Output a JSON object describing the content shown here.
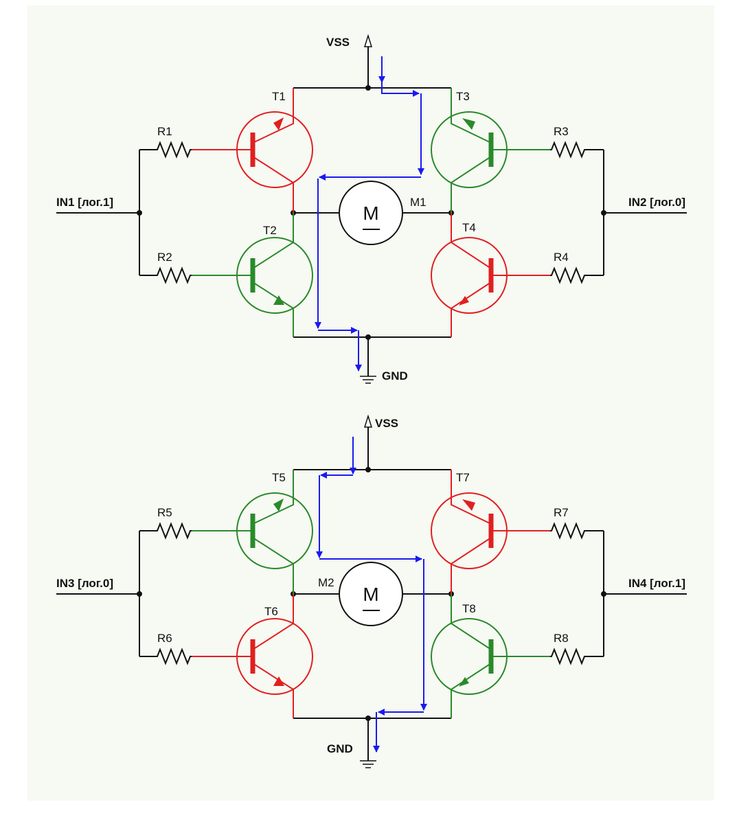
{
  "colors": {
    "background": "#f7f9f3",
    "wire": "#111111",
    "on": "#2a8a2a",
    "off": "#e02020",
    "current": "#1a1af0"
  },
  "top": {
    "vss": "VSS",
    "gnd": "GND",
    "in_left": "IN1 [лог.1]",
    "in_right": "IN2 [лог.0]",
    "motor": "M1",
    "motor_symbol": "M",
    "t_ul": "T1",
    "t_ll": "T2",
    "t_ur": "T3",
    "t_lr": "T4",
    "r_ul": "R1",
    "r_ll": "R2",
    "r_ur": "R3",
    "r_lr": "R4",
    "state": {
      "ul": "off",
      "ll": "on",
      "ur": "on",
      "lr": "off"
    }
  },
  "bottom": {
    "vss": "VSS",
    "gnd": "GND",
    "in_left": "IN3 [лог.0]",
    "in_right": "IN4 [лог.1]",
    "motor": "M2",
    "motor_symbol": "M",
    "t_ul": "T5",
    "t_ll": "T6",
    "t_ur": "T7",
    "t_lr": "T8",
    "r_ul": "R5",
    "r_ll": "R6",
    "r_ur": "R7",
    "r_lr": "R8",
    "state": {
      "ul": "on",
      "ll": "off",
      "ur": "off",
      "lr": "on"
    }
  }
}
